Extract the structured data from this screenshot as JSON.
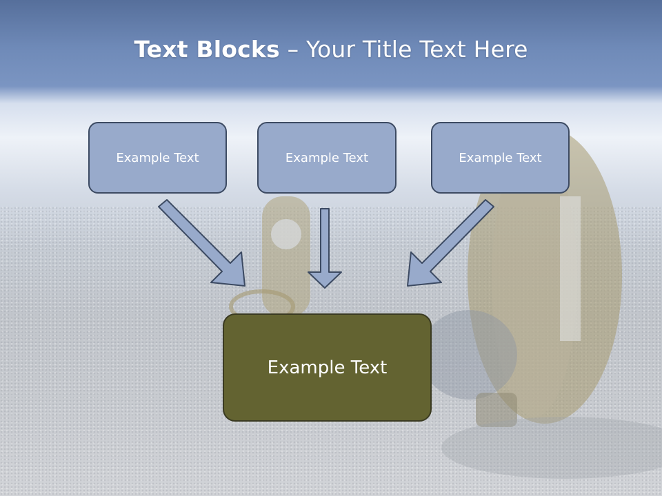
{
  "slide": {
    "title_bold": "Text Blocks",
    "title_separator": " – ",
    "title_rest": "Your Title Text Here"
  },
  "blocks": [
    {
      "label": "Example Text"
    },
    {
      "label": "Example Text"
    },
    {
      "label": "Example Text"
    }
  ],
  "main_block": {
    "label": "Example Text"
  },
  "colors": {
    "block_fill": "#98aacb",
    "block_border": "#3c4a62",
    "main_fill": "#636331",
    "arrow_fill": "#98aacb"
  }
}
